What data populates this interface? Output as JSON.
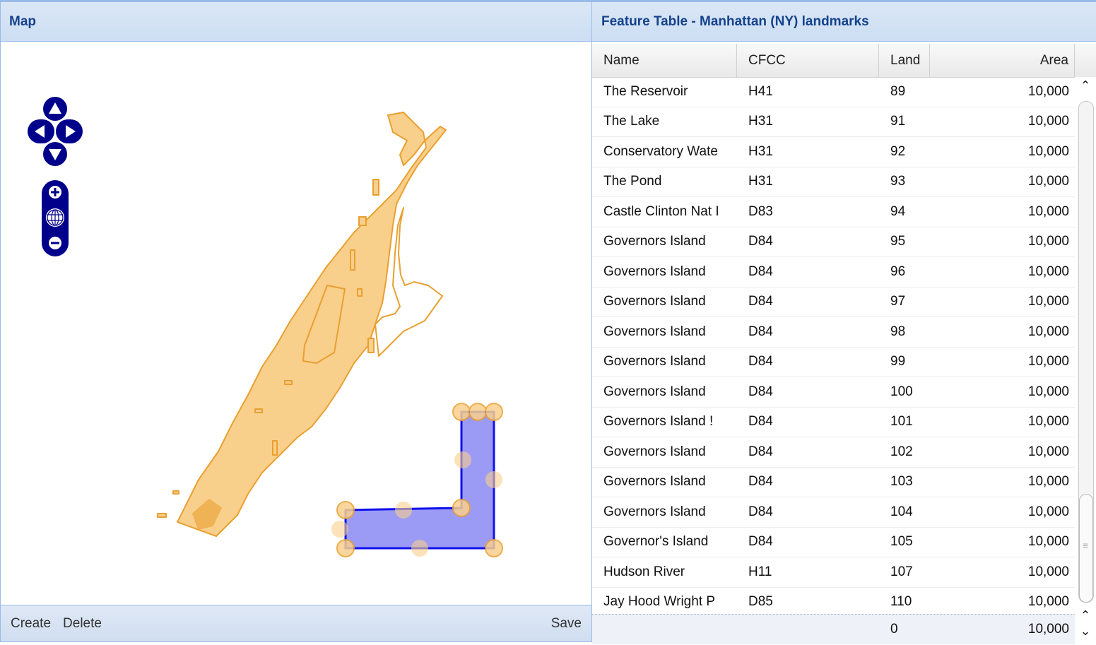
{
  "map": {
    "title": "Map",
    "icons": {
      "pan_up": "pan-up-icon",
      "pan_down": "pan-down-icon",
      "pan_left": "pan-left-icon",
      "pan_right": "pan-right-icon",
      "zoom_in": "zoom-in-icon",
      "zoom_world": "zoom-world-icon",
      "zoom_out": "zoom-out-icon"
    },
    "colors": {
      "landmark_fill": "#f9cf8c",
      "landmark_stroke": "#e9a030",
      "selected_fill": "#9b9bf6",
      "selected_stroke": "#1010ee",
      "control": "#00008b"
    },
    "toolbar": {
      "create_label": "Create",
      "delete_label": "Delete",
      "save_label": "Save"
    }
  },
  "table": {
    "title": "Feature Table - Manhattan (NY) landmarks",
    "columns": [
      "Name",
      "CFCC",
      "Land",
      "Area"
    ],
    "rows": [
      {
        "name": "The Reservoir",
        "cfcc": "H41",
        "land": "89",
        "area": "10,000"
      },
      {
        "name": "The Lake",
        "cfcc": "H31",
        "land": "91",
        "area": "10,000"
      },
      {
        "name": "Conservatory Wate",
        "cfcc": "H31",
        "land": "92",
        "area": "10,000"
      },
      {
        "name": "The Pond",
        "cfcc": "H31",
        "land": "93",
        "area": "10,000"
      },
      {
        "name": "Castle Clinton Nat I",
        "cfcc": "D83",
        "land": "94",
        "area": "10,000"
      },
      {
        "name": "Governors Island",
        "cfcc": "D84",
        "land": "95",
        "area": "10,000"
      },
      {
        "name": "Governors Island",
        "cfcc": "D84",
        "land": "96",
        "area": "10,000"
      },
      {
        "name": "Governors Island",
        "cfcc": "D84",
        "land": "97",
        "area": "10,000"
      },
      {
        "name": "Governors Island",
        "cfcc": "D84",
        "land": "98",
        "area": "10,000"
      },
      {
        "name": "Governors Island",
        "cfcc": "D84",
        "land": "99",
        "area": "10,000"
      },
      {
        "name": "Governors Island",
        "cfcc": "D84",
        "land": "100",
        "area": "10,000"
      },
      {
        "name": "Governors Island !",
        "cfcc": "D84",
        "land": "101",
        "area": "10,000"
      },
      {
        "name": "Governors Island",
        "cfcc": "D84",
        "land": "102",
        "area": "10,000"
      },
      {
        "name": "Governors Island",
        "cfcc": "D84",
        "land": "103",
        "area": "10,000"
      },
      {
        "name": "Governors Island",
        "cfcc": "D84",
        "land": "104",
        "area": "10,000"
      },
      {
        "name": "Governor's Island",
        "cfcc": "D84",
        "land": "105",
        "area": "10,000"
      },
      {
        "name": "Hudson River",
        "cfcc": "H11",
        "land": "107",
        "area": "10,000"
      },
      {
        "name": "Jay Hood Wright P",
        "cfcc": "D85",
        "land": "110",
        "area": "10,000"
      }
    ],
    "summary": {
      "land": "0",
      "area": "10,000"
    },
    "scrollbar": {
      "up_icon": "scroll-up-icon",
      "down_icon": "scroll-down-icon",
      "grip": "≡"
    }
  }
}
